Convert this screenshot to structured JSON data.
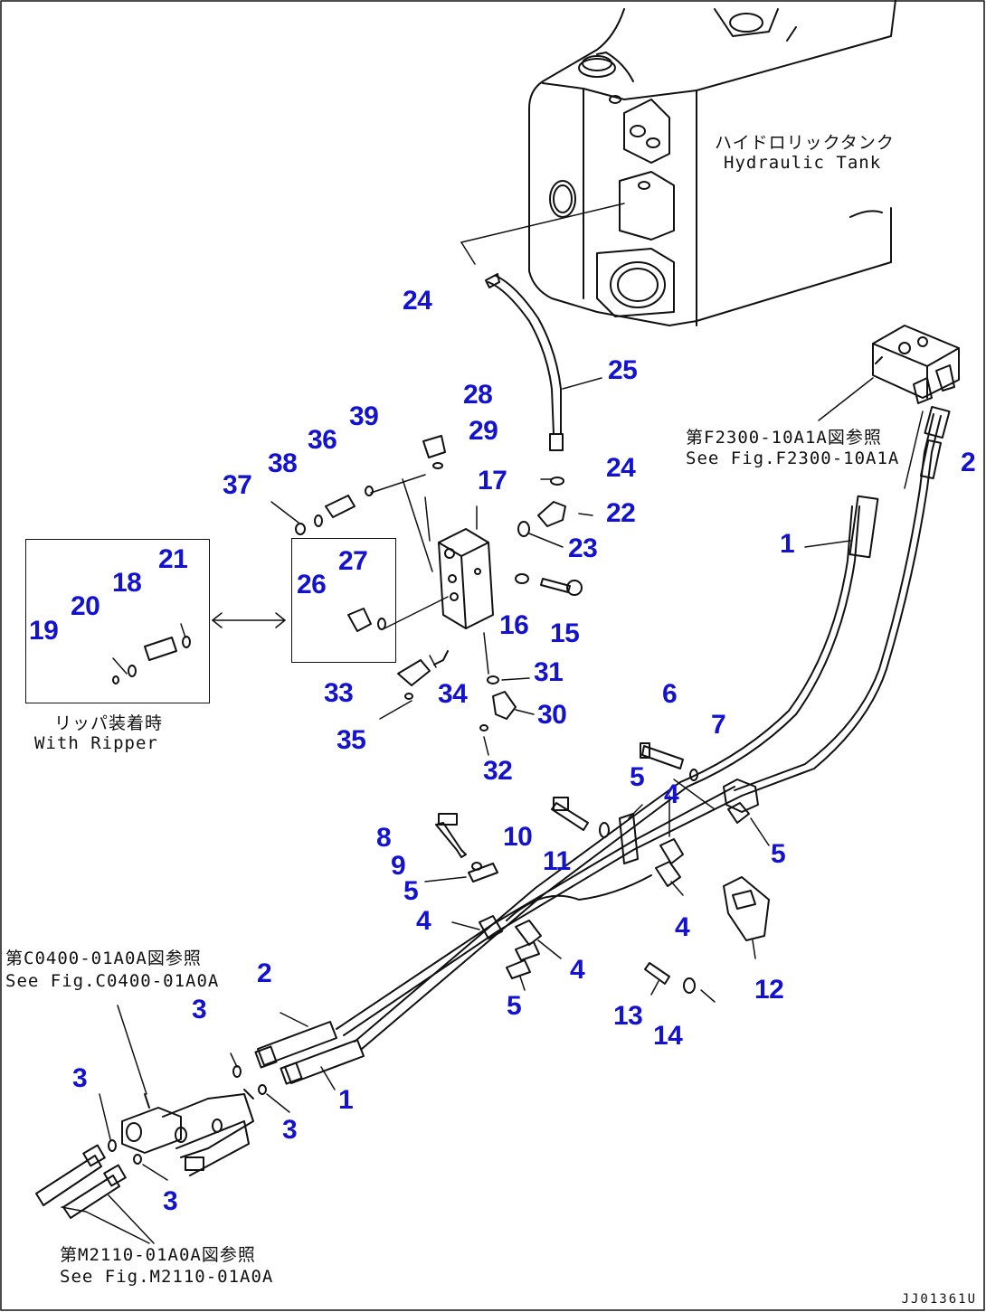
{
  "labels": {
    "tank_jp": "ハイドロリックタンク",
    "tank_en": "Hydraulic Tank",
    "ref_f2300_jp": "第F2300-10A1A図参照",
    "ref_f2300_en": "See Fig.F2300-10A1A",
    "ref_c0400_jp": "第C0400-01A0A図参照",
    "ref_c0400_en": "See Fig.C0400-01A0A",
    "ref_m2110_jp": "第M2110-01A0A図参照",
    "ref_m2110_en": "See Fig.M2110-01A0A",
    "ripper_jp": "リッパ装着時",
    "ripper_en": "With Ripper",
    "figure_id": "JJ01361U"
  },
  "callouts": {
    "c24a": "24",
    "c25": "25",
    "c28": "28",
    "c29": "29",
    "c24b": "24",
    "c22": "22",
    "c23": "23",
    "c17": "17",
    "c39": "39",
    "c36": "36",
    "c38": "38",
    "c37": "37",
    "c21": "21",
    "c18": "18",
    "c20": "20",
    "c19": "19",
    "c27": "27",
    "c26": "26",
    "c16": "16",
    "c15": "15",
    "c31": "31",
    "c30": "30",
    "c32": "32",
    "c33": "33",
    "c34": "34",
    "c35": "35",
    "c2a": "2",
    "c1a": "1",
    "c6": "6",
    "c7": "7",
    "c5a": "5",
    "c4a": "4",
    "c5b": "5",
    "c10": "10",
    "c11": "11",
    "c8": "8",
    "c9": "9",
    "c5c": "5",
    "c4b": "4",
    "c4c": "4",
    "c4d": "4",
    "c12": "12",
    "c5d": "5",
    "c13": "13",
    "c14": "14",
    "c2b": "2",
    "c3a": "3",
    "c1b": "1",
    "c3b": "3",
    "c3c": "3",
    "c3d": "3"
  }
}
